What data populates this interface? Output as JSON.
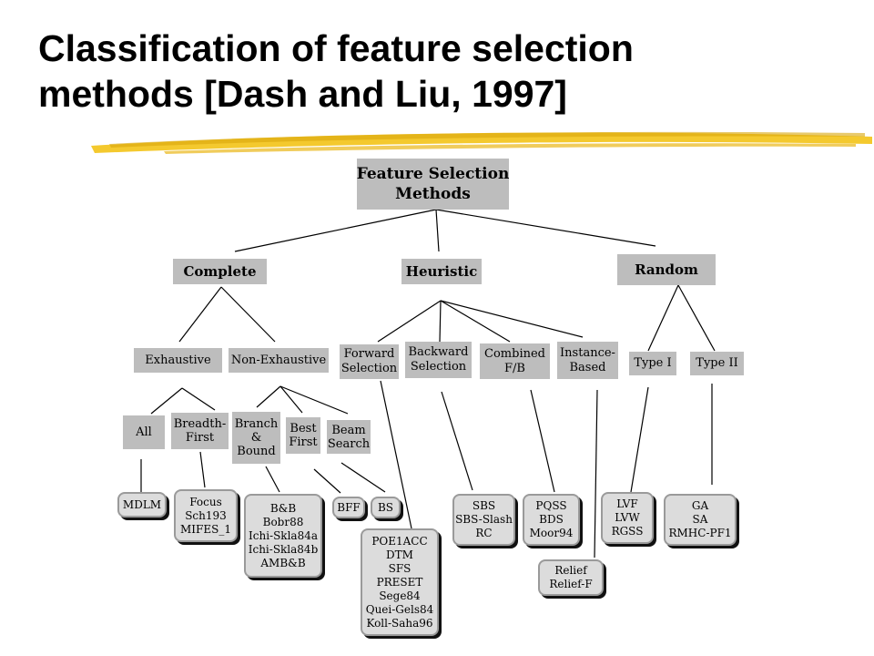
{
  "title": {
    "line1": "Classification of feature selection",
    "line2": "methods [Dash and Liu, 1997]"
  },
  "root": [
    "Feature Selection",
    "Methods"
  ],
  "level1": {
    "complete": "Complete",
    "heuristic": "Heuristic",
    "random": "Random"
  },
  "level2": {
    "exhaustive": [
      "Exhaustive"
    ],
    "non_exhaustive": [
      "Non-Exhaustive"
    ],
    "forward": [
      "Forward",
      "Selection"
    ],
    "backward": [
      "Backward",
      "Selection"
    ],
    "combined": [
      "Combined",
      "F/B"
    ],
    "instance": [
      "Instance-",
      "Based"
    ],
    "type1": [
      "Type I"
    ],
    "type2": [
      "Type II"
    ]
  },
  "level3": {
    "all": [
      "All"
    ],
    "breadth": [
      "Breadth-",
      "First"
    ],
    "branch": [
      "Branch",
      "&",
      "Bound"
    ],
    "best": [
      "Best",
      "First"
    ],
    "beam": [
      "Beam",
      "Search"
    ]
  },
  "leaves": {
    "mdlm": [
      "MDLM"
    ],
    "focus": [
      "Focus",
      "Sch193",
      "MIFES_1"
    ],
    "bb": [
      "B&B",
      "Bobr88",
      "Ichi-Skla84a",
      "Ichi-Skla84b",
      "AMB&B"
    ],
    "bff": [
      "BFF"
    ],
    "bs": [
      "BS"
    ],
    "poe": [
      "POE1ACC",
      "DTM",
      "SFS",
      "PRESET",
      "Sege84",
      "Quei-Gels84",
      "Koll-Saha96"
    ],
    "sbs": [
      "SBS",
      "SBS-Slash",
      "RC"
    ],
    "pqss": [
      "PQSS",
      "BDS",
      "Moor94"
    ],
    "relief": [
      "Relief",
      "Relief-F"
    ],
    "lvf": [
      "LVF",
      "LVW",
      "RGSS"
    ],
    "ga": [
      "GA",
      "SA",
      "RMHC-PF1"
    ]
  }
}
